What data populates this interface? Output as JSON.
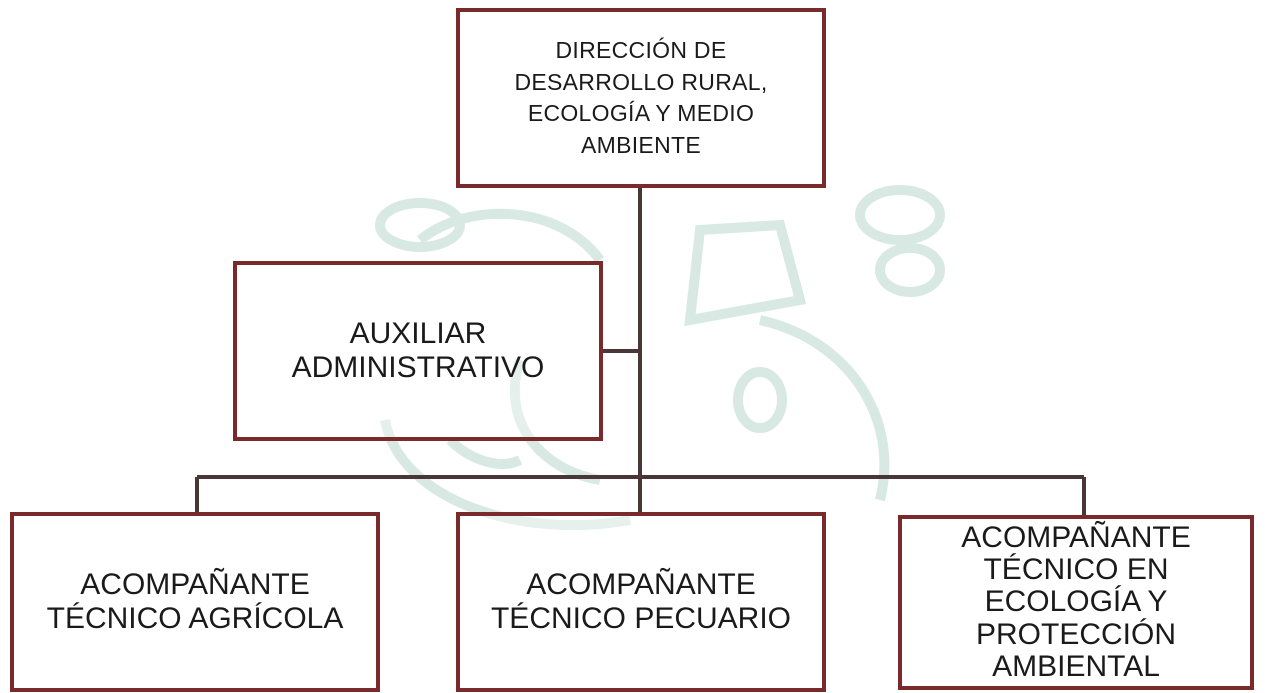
{
  "colors": {
    "border": "#7a2a2a",
    "line": "#4a3636",
    "watermark": "#cfe3dc"
  },
  "boxes": {
    "top": "DIRECCIÓN DE\nDESARROLLO RURAL,\nECOLOGÍA Y MEDIO\nAMBIENTE",
    "aux": "AUXILIAR\nADMINISTRATIVO",
    "agricola": "ACOMPAÑANTE\nTÉCNICO AGRÍCOLA",
    "pecuario": "ACOMPAÑANTE\nTÉCNICO PECUARIO",
    "ecologia": "ACOMPAÑANTE\nTÉCNICO EN\nECOLOGÍA Y\nPROTECCIÓN\nAMBIENTAL"
  }
}
